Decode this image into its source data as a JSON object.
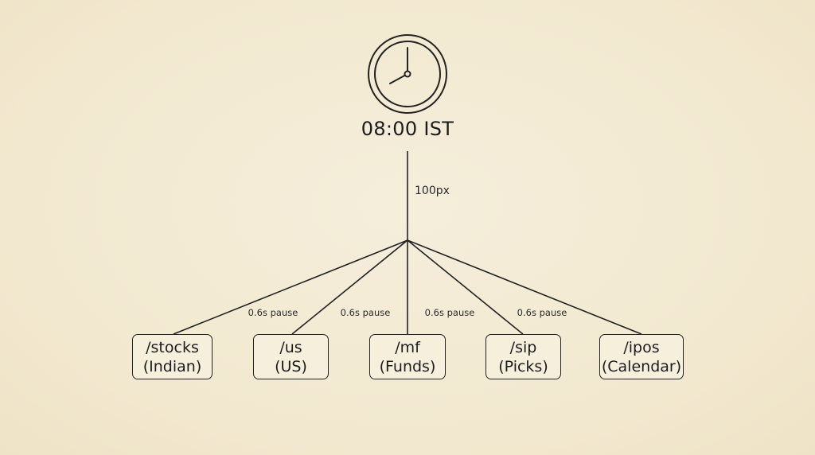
{
  "clock": {
    "icon": "clock-icon",
    "time_label": "08:00 IST"
  },
  "trunk": {
    "label": "100px"
  },
  "pauses": [
    {
      "label": "0.6s pause"
    },
    {
      "label": "0.6s pause"
    },
    {
      "label": "0.6s pause"
    },
    {
      "label": "0.6s pause"
    }
  ],
  "nodes": [
    {
      "command": "/stocks",
      "subtitle": "(Indian)"
    },
    {
      "command": "/us",
      "subtitle": "(US)"
    },
    {
      "command": "/mf",
      "subtitle": "(Funds)"
    },
    {
      "command": "/sip",
      "subtitle": "(Picks)"
    },
    {
      "command": "/ipos",
      "subtitle": "(Calendar)"
    }
  ],
  "colors": {
    "background": "#f3ead2",
    "stroke": "#222222"
  }
}
